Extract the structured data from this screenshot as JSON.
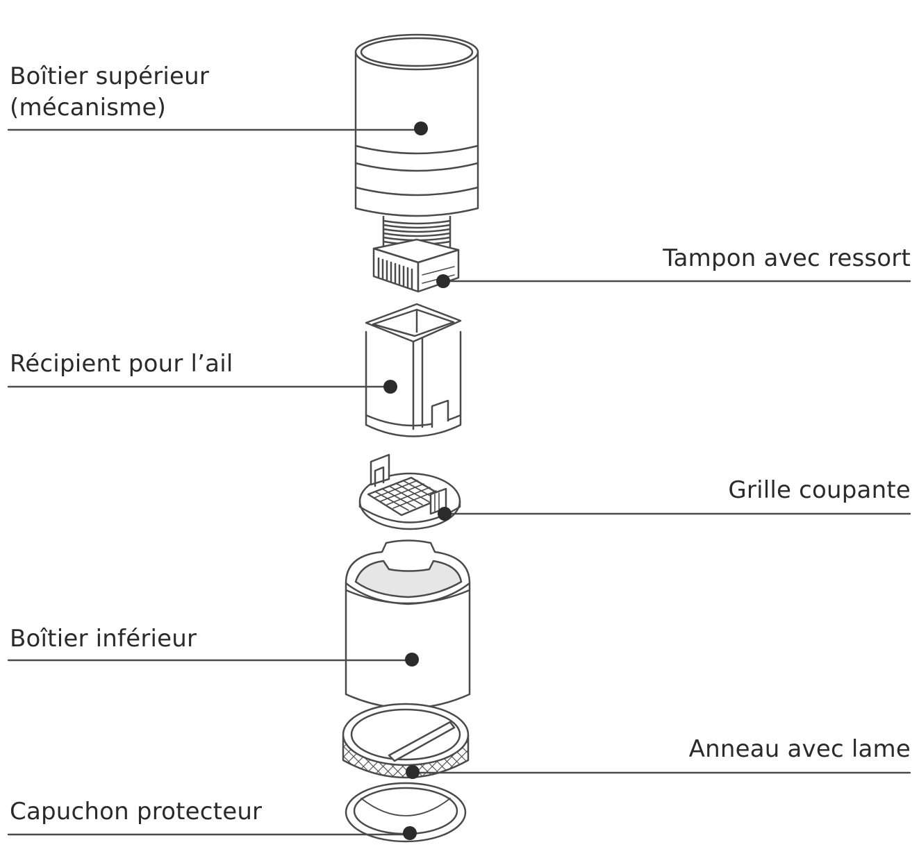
{
  "labels": {
    "upper_housing_line1": "Boîtier supérieur",
    "upper_housing_line2": "(mécanisme)",
    "spring_pad": "Tampon avec ressort",
    "garlic_container": "Récipient pour l’ail",
    "cutting_grid": "Grille coupante",
    "lower_housing": "Boîtier inférieur",
    "blade_ring": "Anneau avec lame",
    "protective_cap": "Capuchon protecteur"
  },
  "colors": {
    "line": "#4a4a4a",
    "text": "#2a2a2a",
    "dot": "#2b2b2b",
    "fill": "#ffffff",
    "shade": "#e6e6e6"
  }
}
